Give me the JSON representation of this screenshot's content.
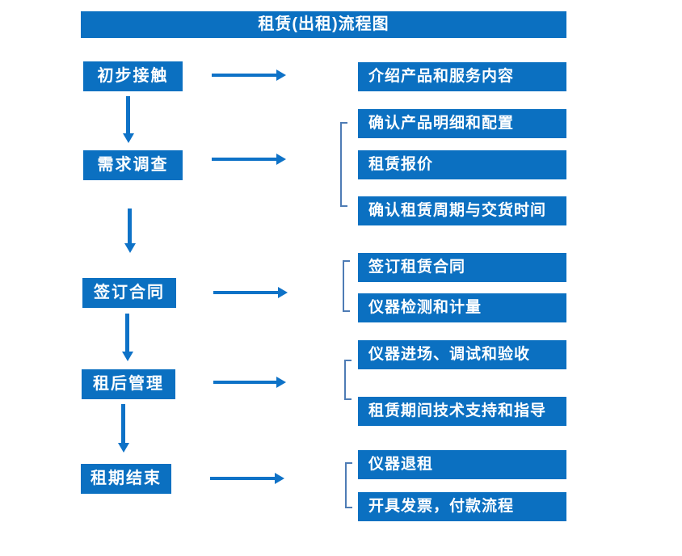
{
  "title": "租赁(出租)流程图",
  "steps": [
    {
      "label": "初步接触",
      "details": [
        "介绍产品和服务内容"
      ]
    },
    {
      "label": "需求调查",
      "details": [
        "确认产品明细和配置",
        "租赁报价",
        "确认租赁周期与交货时间"
      ]
    },
    {
      "label": "签订合同",
      "details": [
        "签订租赁合同",
        "仪器检测和计量"
      ]
    },
    {
      "label": "租后管理",
      "details": [
        "仪器进场、调试和验收",
        "租赁期间技术支持和指导"
      ]
    },
    {
      "label": "租期结束",
      "details": [
        "仪器退租",
        "开具发票，付款流程"
      ]
    }
  ],
  "colors": {
    "box_fill": "#0B70C1",
    "box_text": "#FFFFFF",
    "arrow": "#0E72C7",
    "bracket": "#4E7CB5",
    "background": "#FFFFFF"
  }
}
